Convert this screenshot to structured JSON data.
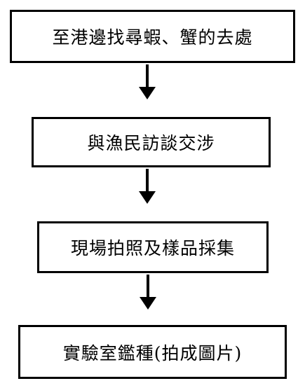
{
  "flowchart": {
    "steps": [
      {
        "label": "至港邊找尋蝦、蟹的去處"
      },
      {
        "label": "與漁民訪談交涉"
      },
      {
        "label": "現場拍照及樣品採集"
      },
      {
        "label": "實驗室鑑種(拍成圖片)"
      }
    ],
    "colors": {
      "stroke": "#000000",
      "background": "#ffffff",
      "text": "#000000"
    }
  }
}
